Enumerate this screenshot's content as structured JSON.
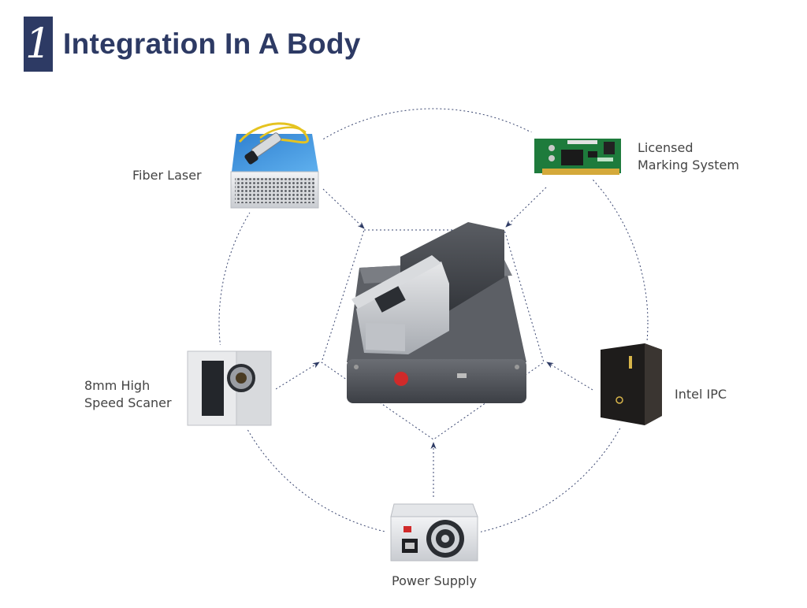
{
  "header": {
    "number": "1",
    "title": "Integration In A Body"
  },
  "components": {
    "fiber_laser": {
      "label": "Fiber Laser"
    },
    "marking_system": {
      "label_line1": "Licensed",
      "label_line2": "Marking System"
    },
    "scanner": {
      "label_line1": "8mm High",
      "label_line2": "Speed Scaner"
    },
    "ipc": {
      "label": "Intel IPC"
    },
    "power_supply": {
      "label": "Power Supply"
    }
  },
  "colors": {
    "accent": "#2d3a64",
    "connector": "#3a4670",
    "text": "#444444"
  }
}
